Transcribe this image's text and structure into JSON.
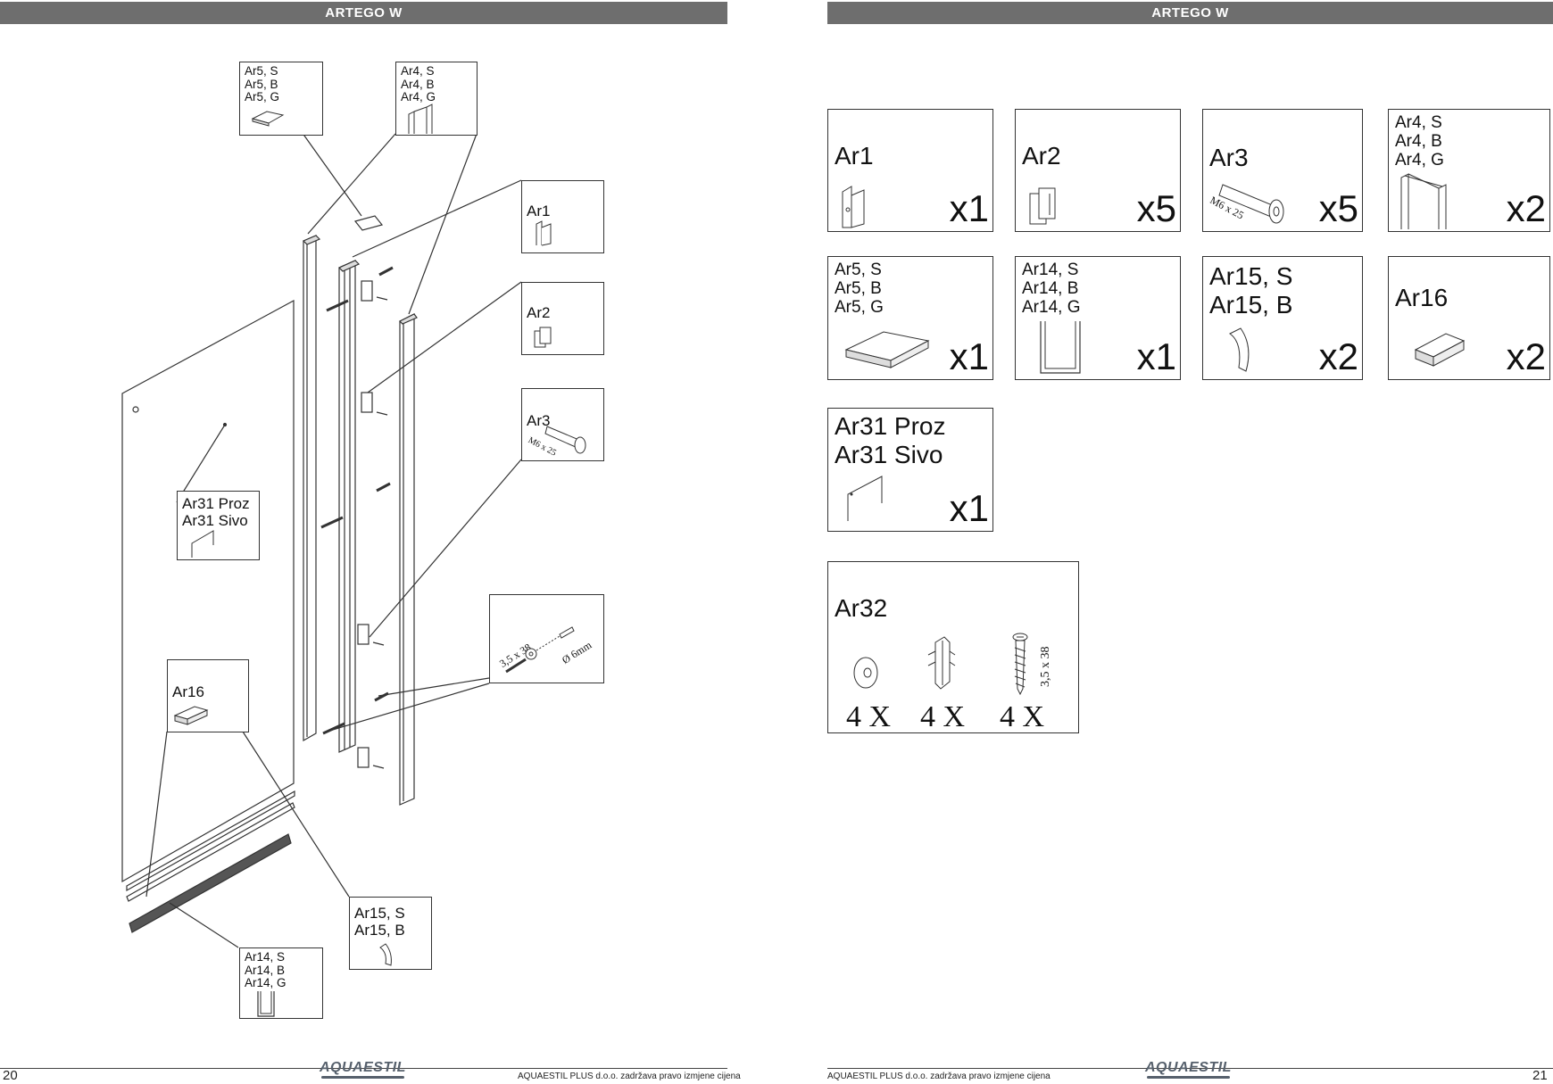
{
  "left_page": {
    "header_title": "ARTEGO W",
    "page_number": "20",
    "footer_note": "AQUAESTIL PLUS d.o.o. zadržava pravo izmjene cijena",
    "logo": "AQUAESTIL",
    "callouts": [
      {
        "id": "ar5",
        "label": "Ar5, S\nAr5, B\nAr5, G"
      },
      {
        "id": "ar4",
        "label": "Ar4, S\nAr4, B\nAr4, G"
      },
      {
        "id": "ar1",
        "label": "Ar1"
      },
      {
        "id": "ar2",
        "label": "Ar2"
      },
      {
        "id": "ar3",
        "label": "Ar3",
        "screw_label": "M6 x 25"
      },
      {
        "id": "ar32",
        "screw_label": "3,5 x 38",
        "drill_label": "Ø 6mm"
      },
      {
        "id": "ar31",
        "label": "Ar31 Proz\nAr31 Sivo"
      },
      {
        "id": "ar16",
        "label": "Ar16"
      },
      {
        "id": "ar15",
        "label": "Ar15, S\nAr15, B"
      },
      {
        "id": "ar14",
        "label": "Ar14, S\nAr14, B\nAr14, G"
      }
    ]
  },
  "right_page": {
    "header_title": "ARTEGO W",
    "page_number": "21",
    "footer_note": "AQUAESTIL PLUS d.o.o. zadržava pravo izmjene cijena",
    "logo": "AQUAESTIL",
    "parts": [
      {
        "id": "ar1",
        "label": "Ar1",
        "qty": "x1"
      },
      {
        "id": "ar2",
        "label": "Ar2",
        "qty": "x5"
      },
      {
        "id": "ar3",
        "label": "Ar3",
        "qty": "x5",
        "screw_label": "M6 x 25"
      },
      {
        "id": "ar4",
        "label": "Ar4, S\nAr4, B\nAr4, G",
        "qty": "x2"
      },
      {
        "id": "ar5",
        "label": "Ar5, S\nAr5, B\nAr5, G",
        "qty": "x1"
      },
      {
        "id": "ar14",
        "label": "Ar14, S\nAr14, B\nAr14, G",
        "qty": "x1"
      },
      {
        "id": "ar15",
        "label": "Ar15, S\nAr15, B",
        "qty": "x2"
      },
      {
        "id": "ar16",
        "label": "Ar16",
        "qty": "x2"
      },
      {
        "id": "ar31",
        "label": "Ar31 Proz\nAr31 Sivo",
        "qty": "x1"
      }
    ],
    "ar32": {
      "label": "Ar32",
      "items": [
        {
          "name": "washer",
          "qty": "4 X"
        },
        {
          "name": "wall-plug",
          "qty": "4 X"
        },
        {
          "name": "screw",
          "qty": "4 X",
          "size_label": "3,5 x 38"
        }
      ]
    }
  }
}
